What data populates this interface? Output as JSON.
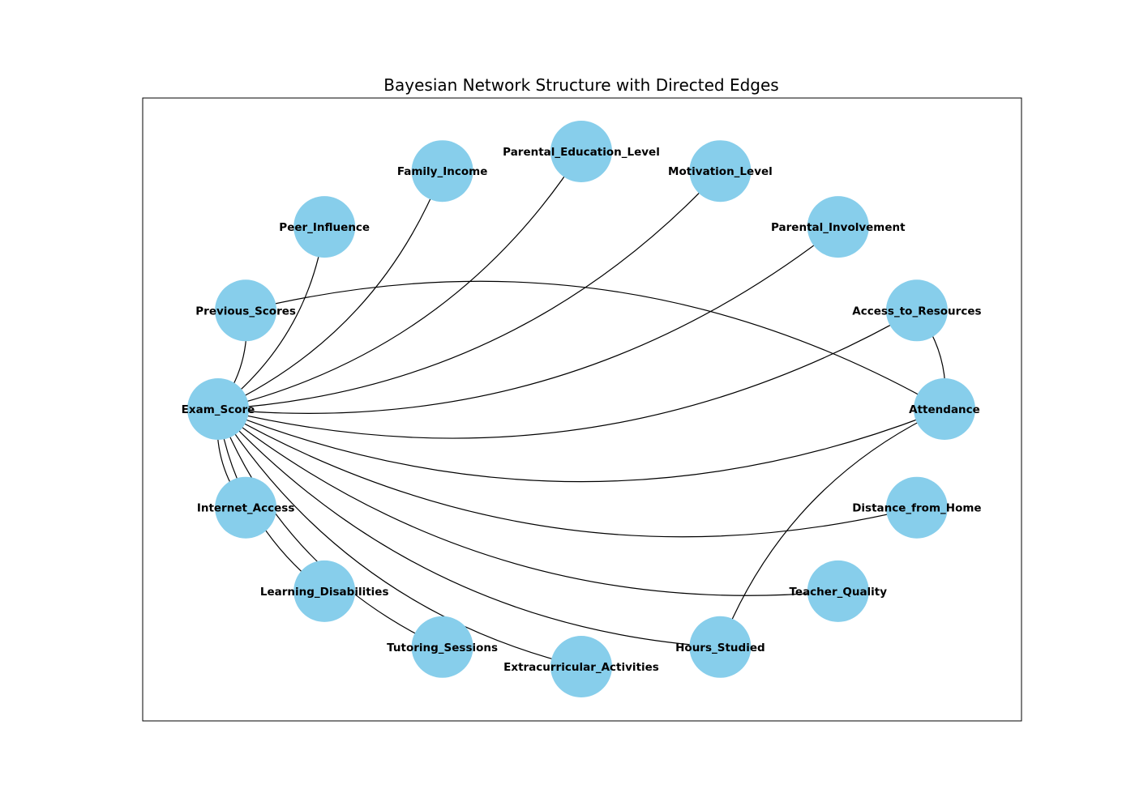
{
  "diagram": {
    "title": "Bayesian Network Structure with Directed Edges",
    "node_color": "#87CEEB",
    "edge_color": "#000000",
    "nodes": [
      {
        "id": "Exam_Score",
        "label": "Exam_Score"
      },
      {
        "id": "Previous_Scores",
        "label": "Previous_Scores"
      },
      {
        "id": "Peer_Influence",
        "label": "Peer_Influence"
      },
      {
        "id": "Family_Income",
        "label": "Family_Income"
      },
      {
        "id": "Parental_Education_Level",
        "label": "Parental_Education_Level"
      },
      {
        "id": "Motivation_Level",
        "label": "Motivation_Level"
      },
      {
        "id": "Parental_Involvement",
        "label": "Parental_Involvement"
      },
      {
        "id": "Access_to_Resources",
        "label": "Access_to_Resources"
      },
      {
        "id": "Attendance",
        "label": "Attendance"
      },
      {
        "id": "Distance_from_Home",
        "label": "Distance_from_Home"
      },
      {
        "id": "Teacher_Quality",
        "label": "Teacher_Quality"
      },
      {
        "id": "Hours_Studied",
        "label": "Hours_Studied"
      },
      {
        "id": "Extracurricular_Activities",
        "label": "Extracurricular_Activities"
      },
      {
        "id": "Tutoring_Sessions",
        "label": "Tutoring_Sessions"
      },
      {
        "id": "Learning_Disabilities",
        "label": "Learning_Disabilities"
      },
      {
        "id": "Internet_Access",
        "label": "Internet_Access"
      }
    ],
    "edges": [
      {
        "from": "Previous_Scores",
        "to": "Exam_Score"
      },
      {
        "from": "Peer_Influence",
        "to": "Exam_Score"
      },
      {
        "from": "Family_Income",
        "to": "Exam_Score"
      },
      {
        "from": "Parental_Education_Level",
        "to": "Exam_Score"
      },
      {
        "from": "Motivation_Level",
        "to": "Exam_Score"
      },
      {
        "from": "Parental_Involvement",
        "to": "Exam_Score"
      },
      {
        "from": "Access_to_Resources",
        "to": "Exam_Score"
      },
      {
        "from": "Attendance",
        "to": "Exam_Score"
      },
      {
        "from": "Distance_from_Home",
        "to": "Exam_Score"
      },
      {
        "from": "Teacher_Quality",
        "to": "Exam_Score"
      },
      {
        "from": "Hours_Studied",
        "to": "Exam_Score"
      },
      {
        "from": "Extracurricular_Activities",
        "to": "Exam_Score"
      },
      {
        "from": "Tutoring_Sessions",
        "to": "Exam_Score"
      },
      {
        "from": "Learning_Disabilities",
        "to": "Exam_Score"
      },
      {
        "from": "Internet_Access",
        "to": "Exam_Score"
      },
      {
        "from": "Previous_Scores",
        "to": "Attendance"
      },
      {
        "from": "Access_to_Resources",
        "to": "Attendance"
      },
      {
        "from": "Hours_Studied",
        "to": "Attendance"
      }
    ]
  }
}
